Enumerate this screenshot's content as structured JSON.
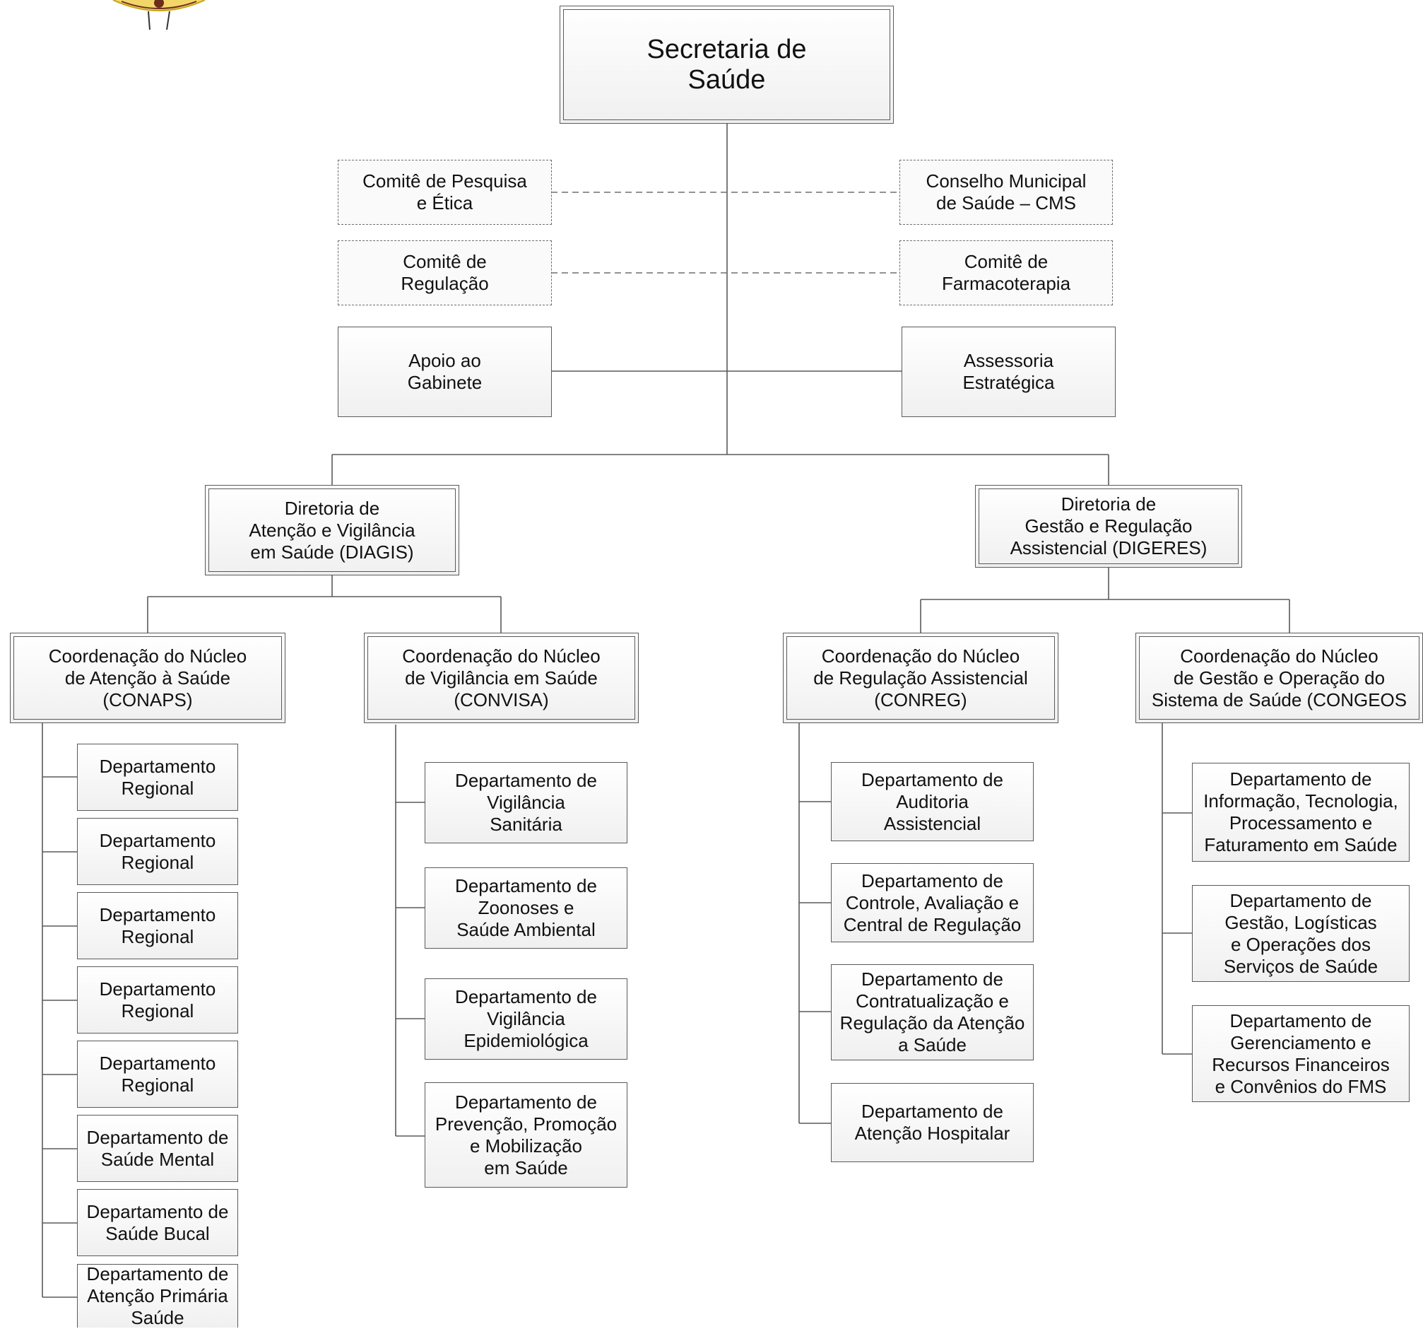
{
  "colors": {
    "line": "#5a5a5a",
    "box_fill": "#f3f3f3",
    "emblem_accent": "#c8a21a",
    "emblem_dark": "#6b2e1a"
  },
  "root": {
    "label": "Secretaria de\nSaúde"
  },
  "advisory": {
    "comite_pesquisa": "Comitê de  Pesquisa\ne Ética",
    "conselho": "Conselho Municipal\nde Saúde – CMS",
    "comite_regulacao": "Comitê de\nRegulação",
    "comite_farmaco": "Comitê de\nFarmacoterapia",
    "apoio": "Apoio ao\nGabinete",
    "assessoria": "Assessoria\nEstratégica"
  },
  "directorates": {
    "diagis": "Diretoria de\nAtenção e Vigilância\nem Saúde (DIAGIS)",
    "digeres": "Diretoria de\nGestão e Regulação\nAssistencial (DIGERES)"
  },
  "coordinations": {
    "conaps": "Coordenação do Núcleo\nde Atenção à Saúde\n(CONAPS)",
    "convisa": "Coordenação do Núcleo\nde Vigilância em Saúde\n(CONVISA)",
    "conreg": "Coordenação do Núcleo\nde  Regulação Assistencial\n(CONREG)",
    "congeos": "Coordenação do Núcleo\nde Gestão e Operação do\nSistema de Saúde (CONGEOS"
  },
  "departments": {
    "conaps": [
      "Departamento\nRegional",
      "Departamento\nRegional",
      "Departamento\nRegional",
      "Departamento\nRegional",
      "Departamento\nRegional",
      "Departamento de\nSaúde Mental",
      "Departamento de\nSaúde Bucal",
      "Departamento de\nAtenção Primária\nSaúde"
    ],
    "convisa": [
      "Departamento de\nVigilância\nSanitária",
      "Departamento de\nZoonoses e\nSaúde Ambiental",
      "Departamento de\nVigilância\nEpidemiológica",
      "Departamento de\nPrevenção, Promoção\ne Mobilização\nem Saúde"
    ],
    "conreg": [
      "Departamento de\nAuditoria\nAssistencial",
      "Departamento de\nControle, Avaliação e\nCentral de Regulação",
      "Departamento de\nContratualização e\nRegulação da Atenção\na Saúde",
      "Departamento de\nAtenção Hospitalar"
    ],
    "congeos": [
      "Departamento de\nInformação, Tecnologia,\nProcessamento e\nFaturamento em Saúde",
      "Departamento de\nGestão, Logísticas\ne Operações dos\nServiços de Saúde",
      "Departamento de\nGerenciamento e\nRecursos Financeiros\ne Convênios do FMS"
    ]
  }
}
